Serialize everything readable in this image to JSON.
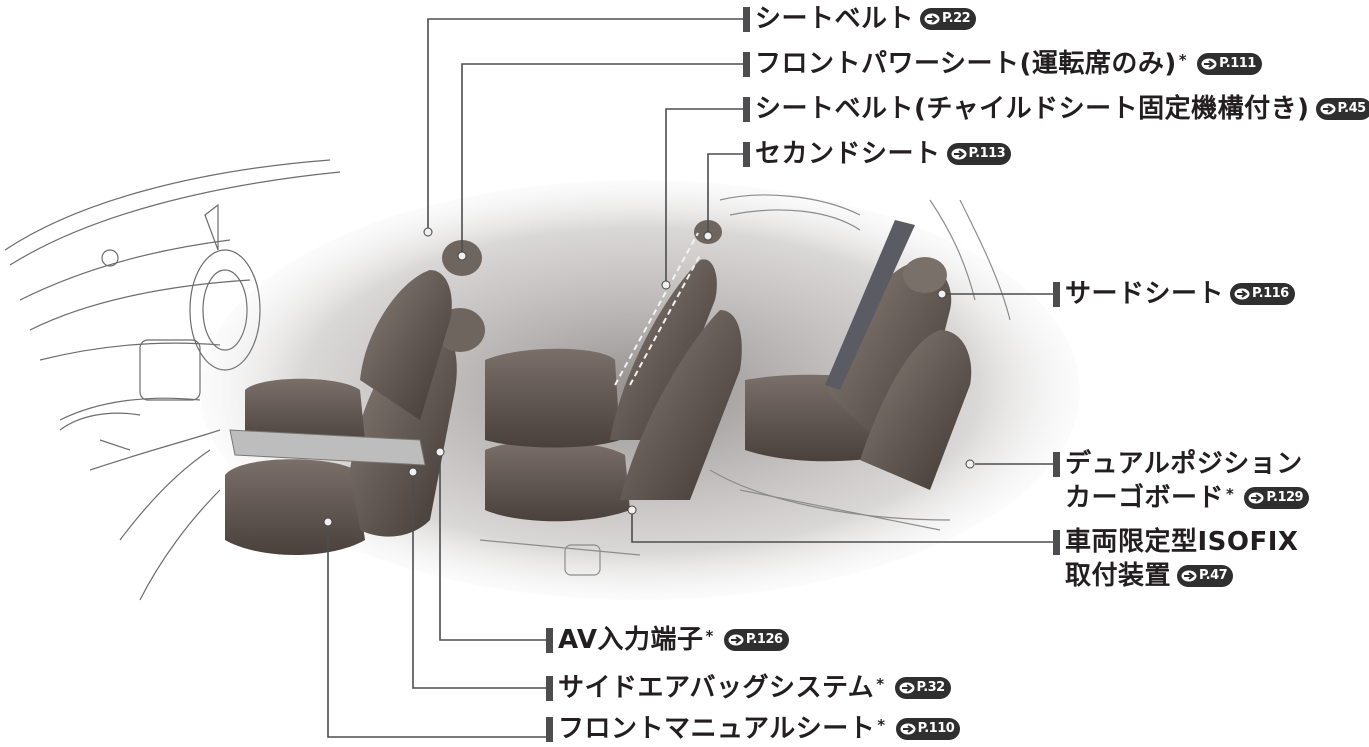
{
  "labels": [
    {
      "text": "シートベルト",
      "star": false,
      "ref": "P.22"
    },
    {
      "text": "フロントパワーシート(運転席のみ)",
      "star": true,
      "ref": "P.111"
    },
    {
      "text": "シートベルト(チャイルドシート固定機構付き)",
      "star": false,
      "ref": "P.45"
    },
    {
      "text": "セカンドシート",
      "star": false,
      "ref": "P.113"
    },
    {
      "text": "サードシート",
      "star": false,
      "ref": "P.116"
    },
    {
      "text": "デュアルポジション",
      "text2": "カーゴボード",
      "star": true,
      "ref": "P.129"
    },
    {
      "text": "車両限定型ISOFIX",
      "text2": "取付装置",
      "star": false,
      "ref": "P.47"
    },
    {
      "text": "AV入力端子",
      "star": true,
      "ref": "P.126"
    },
    {
      "text": "サイドエアバッグシステム",
      "star": true,
      "ref": "P.32"
    },
    {
      "text": "フロントマニュアルシート",
      "star": true,
      "ref": "P.110"
    }
  ],
  "star_symbol": "*",
  "colors": {
    "text": "#231f20",
    "badge": "#2f2f30",
    "leader": "#4d4d4f"
  }
}
